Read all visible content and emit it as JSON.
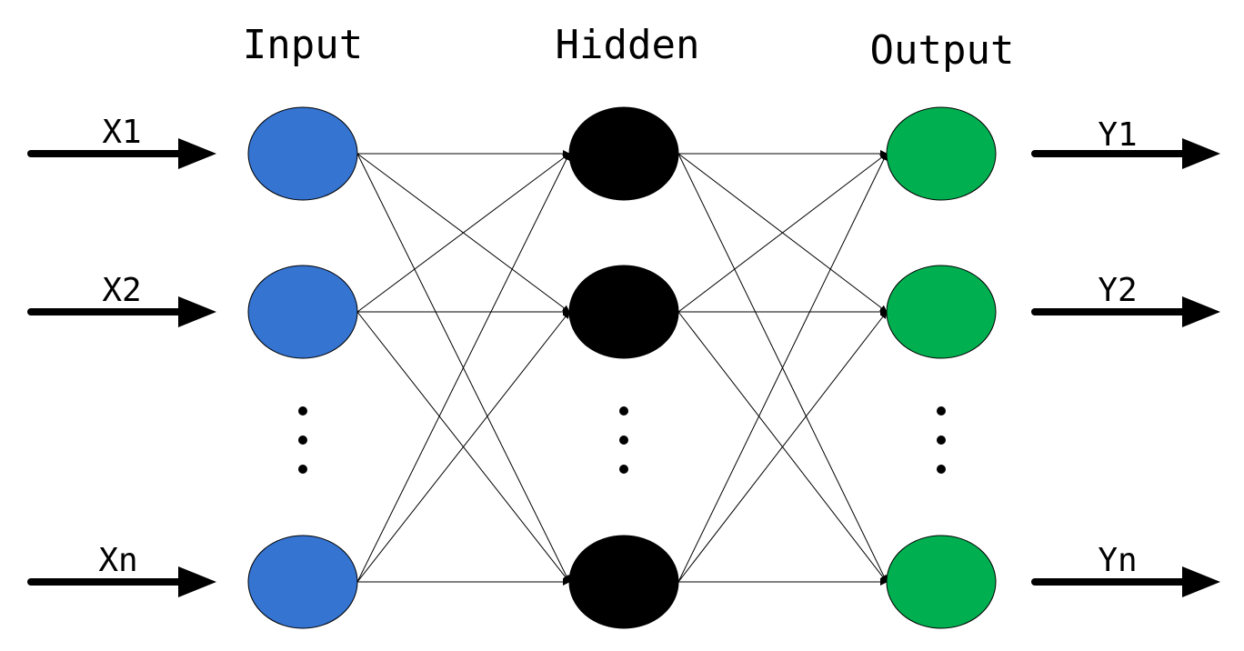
{
  "titles": {
    "input": "Input",
    "hidden": "Hidden",
    "output": "Output"
  },
  "inputs": {
    "x1": "X1",
    "x2": "X2",
    "xn": "Xn"
  },
  "outputs": {
    "y1": "Y1",
    "y2": "Y2",
    "yn": "Yn"
  },
  "colors": {
    "input_node": "#3574d1",
    "hidden_node": "#000000",
    "output_node": "#00b050",
    "edge": "#000000",
    "background": "#ffffff"
  }
}
